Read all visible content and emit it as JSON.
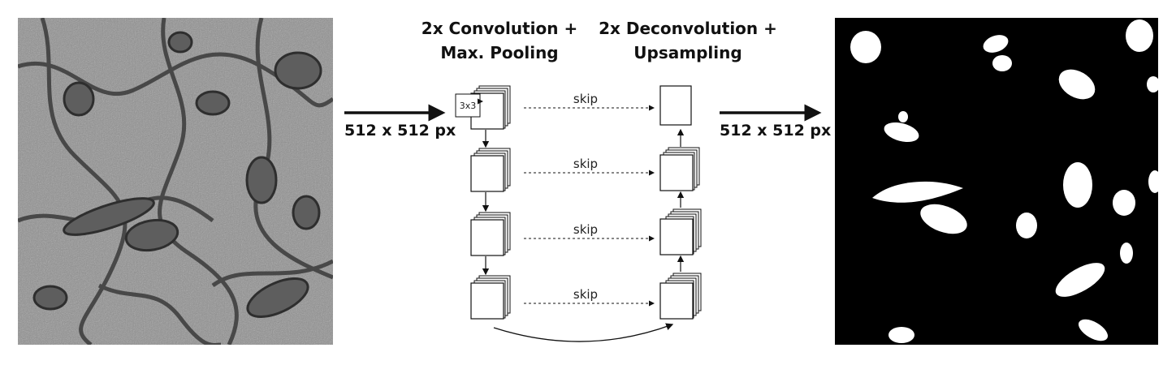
{
  "encoder_header": {
    "line1": "2x Convolution +",
    "line2": "Max. Pooling"
  },
  "decoder_header": {
    "line1": "2x Deconvolution +",
    "line2": "Upsampling"
  },
  "input_size_label": "512 x 512 px",
  "output_size_label": "512 x 512 px",
  "kernel_label": "3x3",
  "skip_labels": [
    "skip",
    "skip",
    "skip",
    "skip"
  ],
  "input_image": {
    "description_icon": "microscopy-image",
    "background": "#8e8e8e"
  },
  "output_image": {
    "description_icon": "segmentation-mask",
    "background": "#000000",
    "foreground": "#ffffff"
  }
}
